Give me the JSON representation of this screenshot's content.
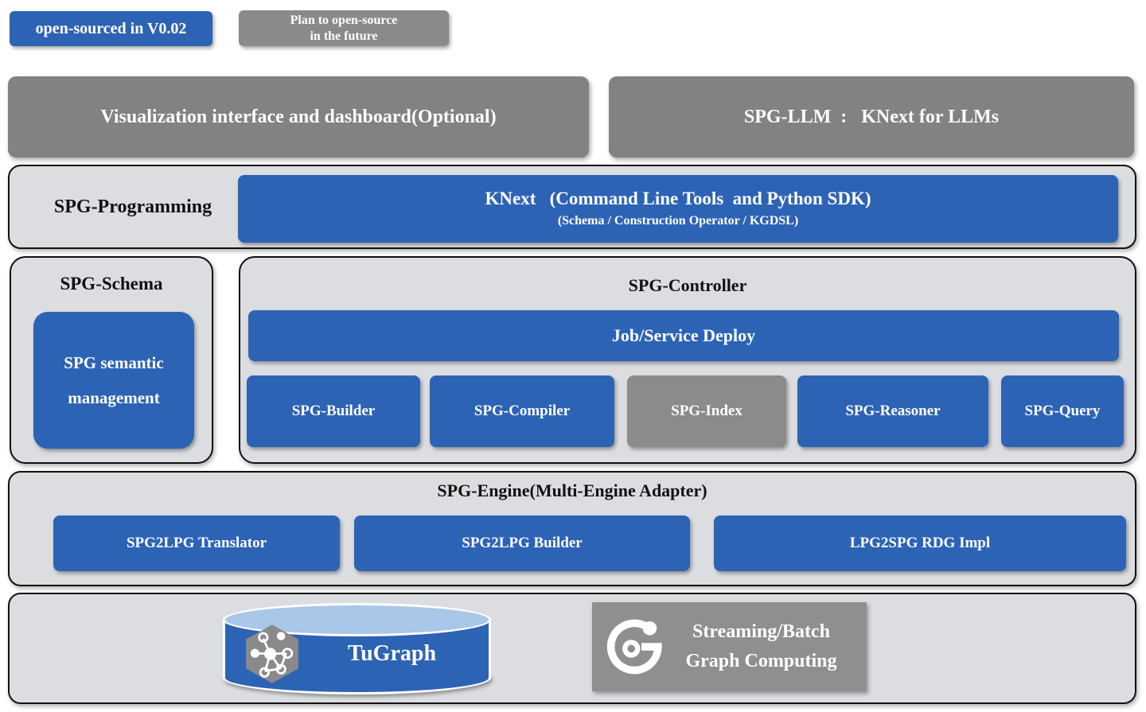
{
  "colors": {
    "accent_blue": "#2d63b5",
    "box_gray": "#828282",
    "panel_gray": "#dcdde0",
    "cylinder_top_blue": "#a9c7e8"
  },
  "legend": {
    "open_sourced": "open-sourced in V0.02",
    "planned_line1": "Plan to open-source",
    "planned_line2": "in the future"
  },
  "headers": {
    "visualization": "Visualization interface and dashboard(Optional)",
    "spg_llm": "SPG-LLM  :   KNext for LLMs"
  },
  "programming": {
    "label": "SPG-Programming",
    "knext_title": "KNext   (Command Line Tools  and Python SDK)",
    "knext_subtitle": "(Schema / Construction Operator / KGDSL)"
  },
  "schema": {
    "title": "SPG-Schema",
    "semantic_line1": "SPG semantic",
    "semantic_line2": "management"
  },
  "controller": {
    "title": "SPG-Controller",
    "deploy": "Job/Service Deploy",
    "boxes": [
      {
        "label": "SPG-Builder",
        "variant": "blue"
      },
      {
        "label": "SPG-Compiler",
        "variant": "blue"
      },
      {
        "label": "SPG-Index",
        "variant": "gray"
      },
      {
        "label": "SPG-Reasoner",
        "variant": "blue"
      },
      {
        "label": "SPG-Query",
        "variant": "blue"
      }
    ]
  },
  "engine": {
    "title": "SPG-Engine(Multi-Engine Adapter)",
    "boxes": [
      {
        "label": "SPG2LPG Translator"
      },
      {
        "label": "SPG2LPG Builder"
      },
      {
        "label": "LPG2SPG RDG Impl"
      }
    ]
  },
  "infrastructure": {
    "tugraph": "TuGraph",
    "streaming_line1": "Streaming/Batch",
    "streaming_line2": "Graph Computing",
    "tugraph_icon": "hexagon-graph-network-icon",
    "streaming_icon": "graph-computing-g-icon"
  }
}
